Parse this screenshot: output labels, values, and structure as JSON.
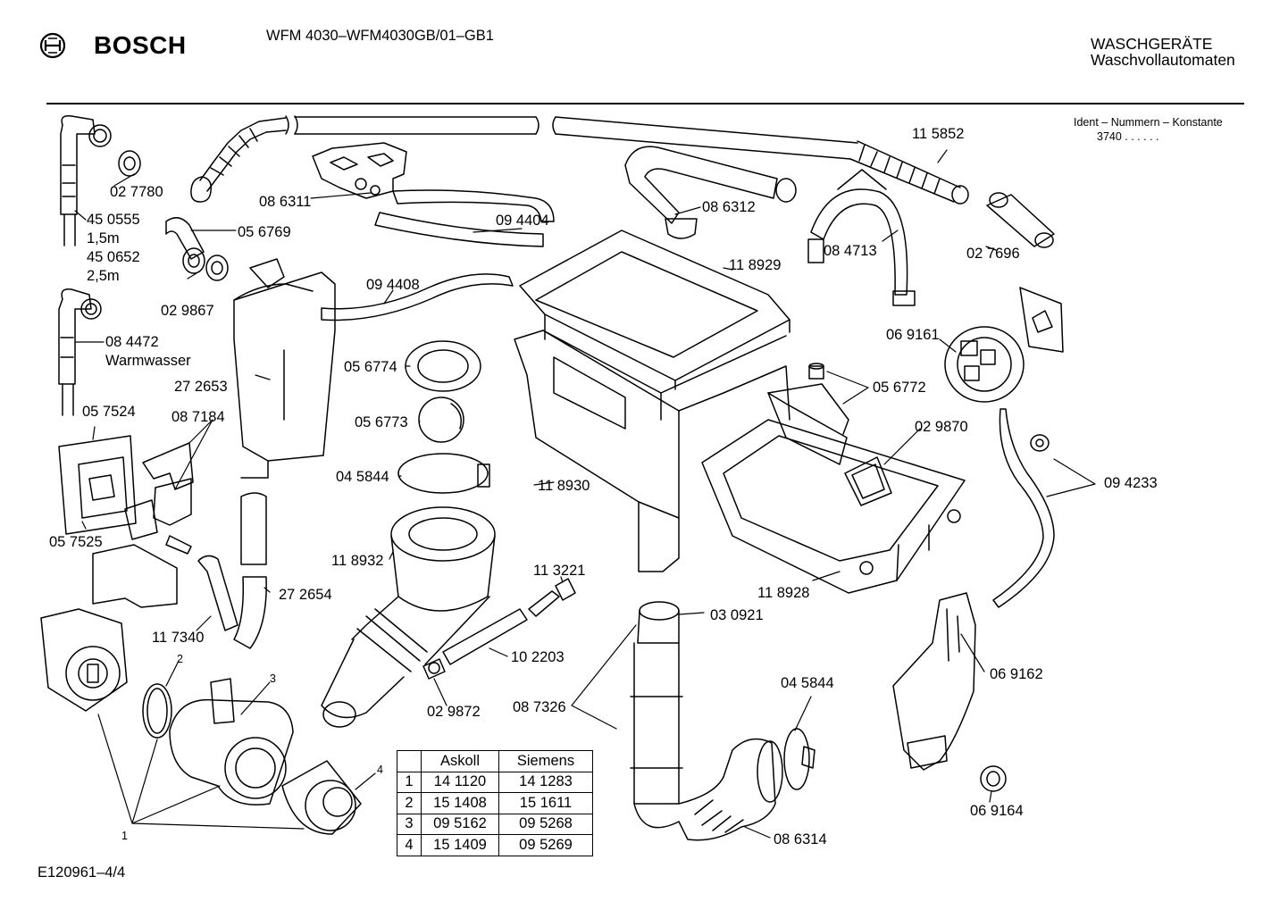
{
  "header": {
    "brand": "BOSCH",
    "model": "WFM 4030–WFM4030GB/01–GB1",
    "category_line1": "WASCHGERÄTE",
    "category_line2": "Waschvollautomaten",
    "ident_label": "Ident – Nummern – Konstante",
    "ident_value": "3740 . . . . . ."
  },
  "footer": {
    "doc_number": "E120961–4/4"
  },
  "labels": {
    "p027780": "02 7780",
    "p450555": "45 0555",
    "len15": "1,5m",
    "p450652": "45 0652",
    "len25": "2,5m",
    "p056769": "05 6769",
    "p029867": "02 9867",
    "p084472": "08 4472",
    "warmwasser": "Warmwasser",
    "p086311": "08 6311",
    "p094404": "09 4404",
    "p086312": "08 6312",
    "p115852": "11 5852",
    "p084713": "08 4713",
    "p027696": "02 7696",
    "p118929": "11 8929",
    "p094408": "09 4408",
    "p272653": "27 2653",
    "p056774": "05 6774",
    "p056773": "05 6773",
    "p045844a": "04 5844",
    "p118930": "11 8930",
    "p057524": "05 7524",
    "p087184": "08 7184",
    "p057525": "05 7525",
    "p272654": "27 2654",
    "p117340": "11 7340",
    "p118932": "11 8932",
    "p113221": "11 3221",
    "p102203": "10 2203",
    "p029872": "02 9872",
    "p030921": "03 0921",
    "p087326": "08 7326",
    "p045844b": "04 5844",
    "p086314": "08 6314",
    "p118928": "11 8928",
    "p069161": "06 9161",
    "p056772": "05 6772",
    "p029870": "02 9870",
    "p094233": "09 4233",
    "p069162": "06 9162",
    "p069164": "06 9164",
    "callout1": "1",
    "callout2": "2",
    "callout3": "3",
    "callout4": "4"
  },
  "parts_table": {
    "headers": [
      "",
      "Askoll",
      "Siemens"
    ],
    "rows": [
      [
        "1",
        "14 1120",
        "14 1283"
      ],
      [
        "2",
        "15 1408",
        "15 1611"
      ],
      [
        "3",
        "09 5162",
        "09 5268"
      ],
      [
        "4",
        "15 1409",
        "09 5269"
      ]
    ]
  }
}
